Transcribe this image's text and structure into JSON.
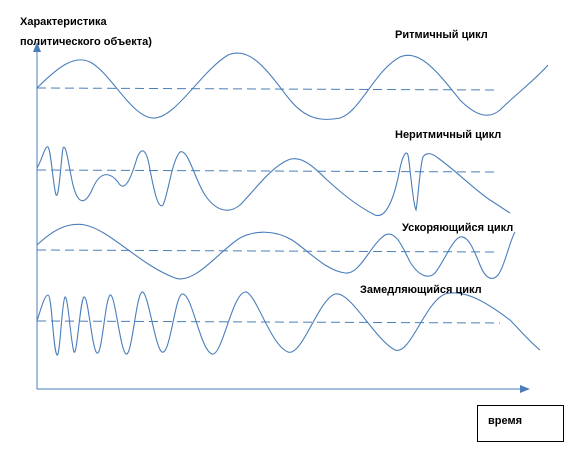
{
  "y_label": {
    "line1": "Характеристика",
    "line2": "политического объекта)"
  },
  "x_label": "время",
  "cycles": [
    {
      "label": "Ритмичный цикл"
    },
    {
      "label": "Неритмичный цикл"
    },
    {
      "label": "Ускоряющийся цикл"
    },
    {
      "label": "Замедляющийся цикл"
    }
  ],
  "colors": {
    "curve": "#4a7ebb",
    "text": "#000000"
  }
}
